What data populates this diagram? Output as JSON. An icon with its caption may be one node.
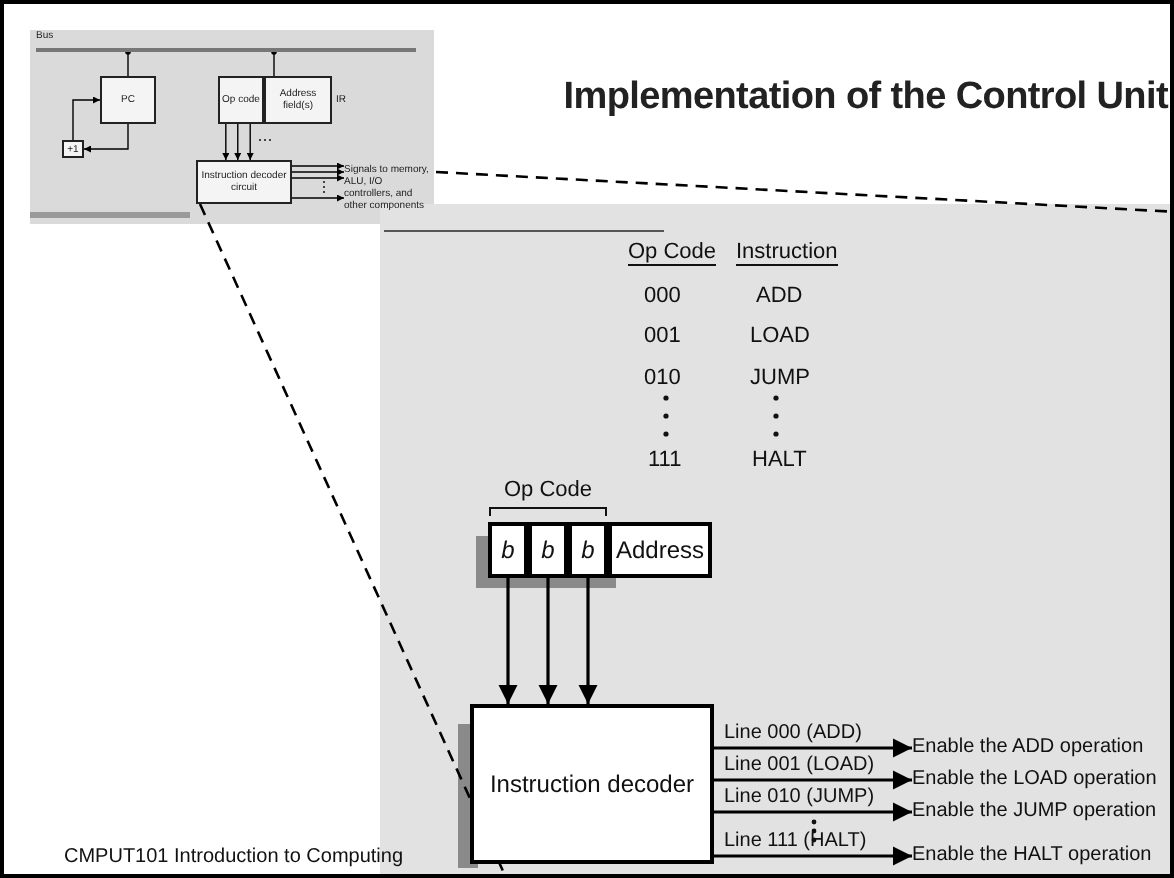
{
  "diagram": {
    "title": "Implementation of the Control Unit",
    "nodes": [
      {
        "text": [
          "Bus"
        ]
      },
      {
        "text": [
          "PC"
        ]
      },
      {
        "text": [
          "+1"
        ]
      },
      {
        "text": [
          "Op code"
        ]
      },
      {
        "text": [
          "Address field(s)"
        ],
        "beside": [
          "IR"
        ]
      },
      {
        "text": [
          "Instruction decoder circuit"
        ]
      },
      {
        "text": [
          "Signals to memory, ALU, I/O controllers, and other components"
        ]
      },
      {
        "text": [
          "b"
        ]
      },
      {
        "text": [
          "b"
        ]
      },
      {
        "text": [
          "b"
        ]
      },
      {
        "text": [
          "Address"
        ]
      },
      {
        "text": [
          "Instruction decoder"
        ]
      },
      {
        "text": [
          "Enable the ADD operation"
        ]
      },
      {
        "text": [
          "Enable the LOAD operation"
        ]
      },
      {
        "text": [
          "Enable the JUMP operation"
        ]
      },
      {
        "text": [
          "Enable the HALT operation"
        ]
      }
    ],
    "edges": [
      {
        "from": 0,
        "to": 1,
        "arrow": "other"
      },
      {
        "from": 0,
        "to": 4,
        "arrow": "other"
      },
      {
        "from": 1,
        "to": 2,
        "arrow": "to"
      },
      {
        "from": 2,
        "to": 1,
        "arrow": "to"
      },
      {
        "from": 3,
        "to": 5,
        "arrow": "to"
      },
      {
        "from": 3,
        "to": 5,
        "arrow": "to"
      },
      {
        "from": 3,
        "to": 5,
        "arrow": "to"
      },
      {
        "from": 5,
        "to": 6,
        "arrow": "to"
      },
      {
        "from": 5,
        "to": 6,
        "arrow": "to"
      },
      {
        "from": 5,
        "to": 6,
        "arrow": "to"
      },
      {
        "from": 5,
        "to": 6,
        "arrow": "to"
      },
      {
        "from": 7,
        "to": 11,
        "arrow": "to"
      },
      {
        "from": 8,
        "to": 11,
        "arrow": "to"
      },
      {
        "from": 9,
        "to": 11,
        "arrow": "to"
      },
      {
        "from": 11,
        "to": 12,
        "arrow": "to",
        "label": "Line 000 (ADD)"
      },
      {
        "from": 11,
        "to": 13,
        "arrow": "to",
        "label": "Line 001 (LOAD)"
      },
      {
        "from": 11,
        "to": 14,
        "arrow": "to",
        "label": "Line 010 (JUMP)"
      },
      {
        "from": 11,
        "to": 15,
        "arrow": "to",
        "label": "Line 111 (HALT)"
      }
    ],
    "labels": [
      "Op Code",
      "Instruction",
      "000",
      "ADD",
      "001",
      "LOAD",
      "010",
      "JUMP",
      "111",
      "HALT",
      "Op Code",
      "CMPUT101 Introduction to Computing"
    ]
  }
}
